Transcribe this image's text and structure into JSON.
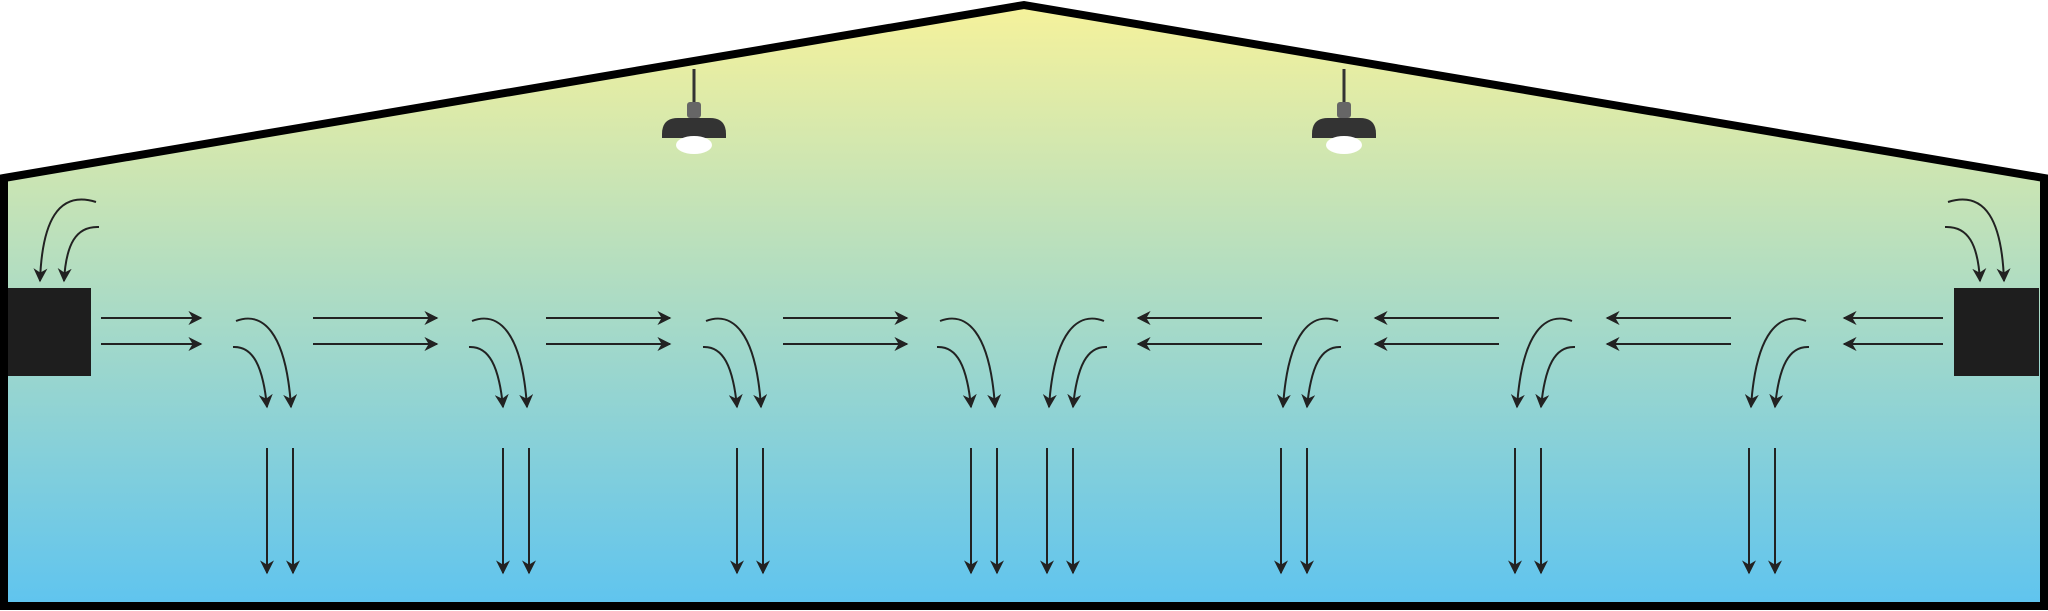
{
  "colors": {
    "background": "#ffffff",
    "wall": "#000000",
    "gradient_top": "#f6f29b",
    "gradient_bottom": "#5fc4ef",
    "arrow": "#222222",
    "air_unit": "#1e1e1e",
    "lamp_shade": "#333333",
    "lamp_cap": "#666666",
    "bulb": "#ffffff"
  },
  "elements": {
    "building": "building-outline",
    "lamps": [
      "lamp-left",
      "lamp-right"
    ],
    "air_units": [
      "air-unit-left",
      "air-unit-right"
    ],
    "flow": "airflow-arrows"
  }
}
